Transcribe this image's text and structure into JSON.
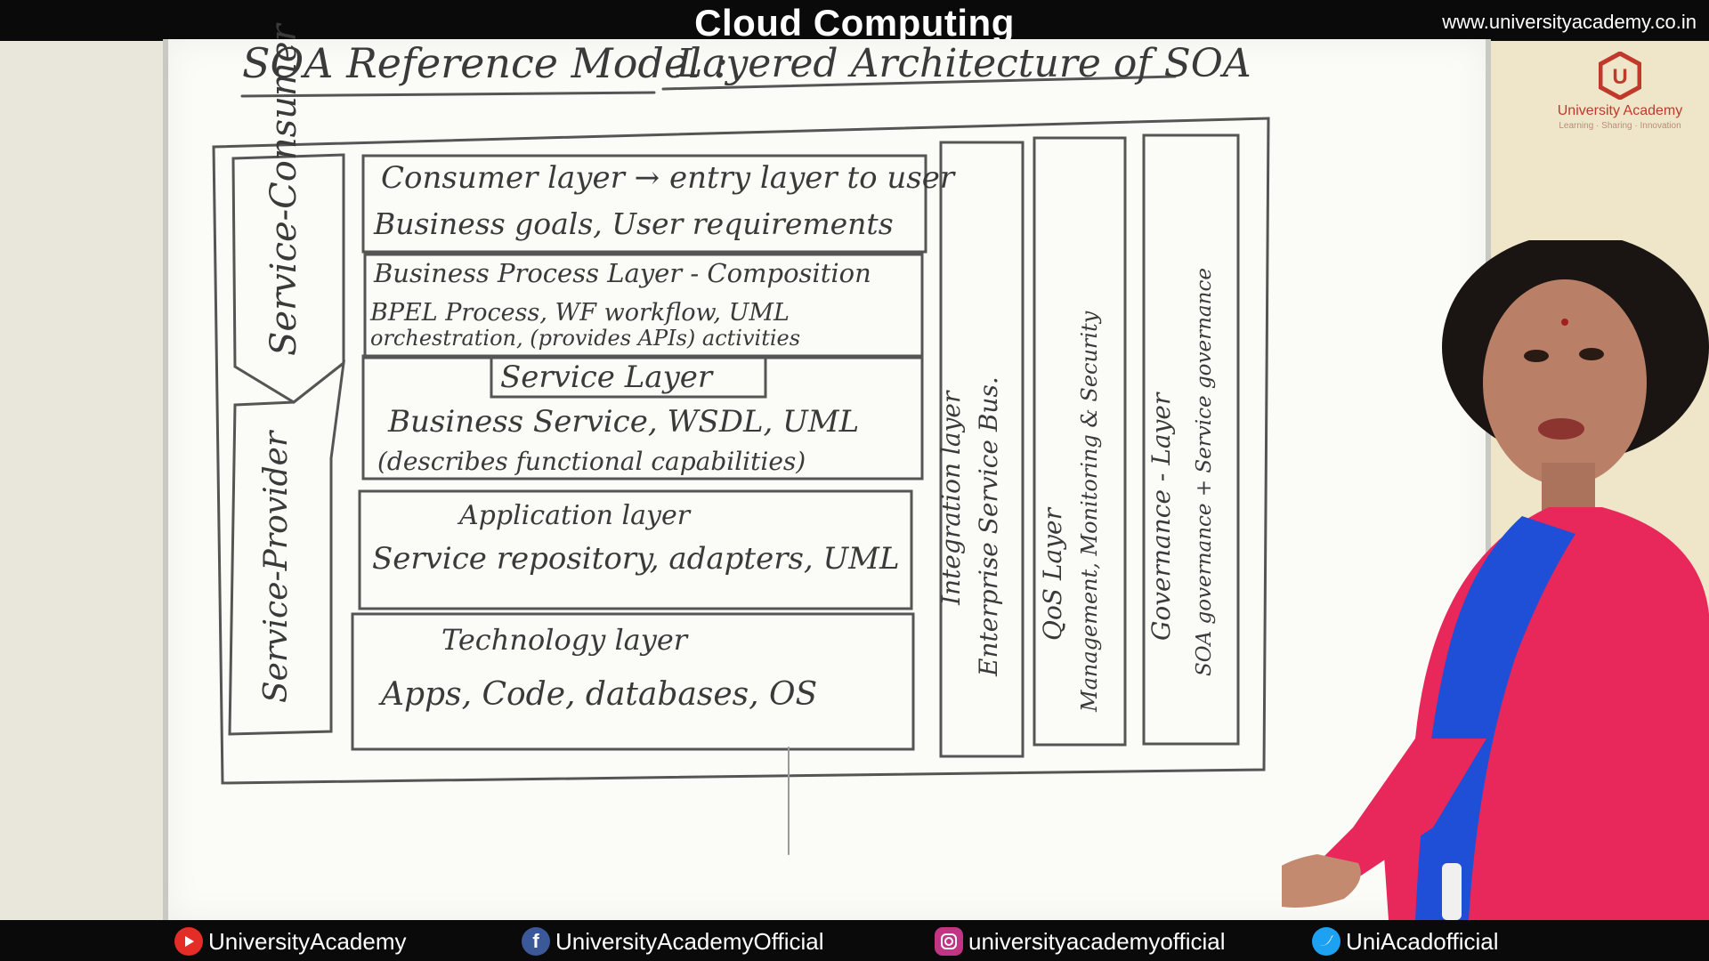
{
  "header": {
    "title": "Cloud Computing",
    "url": "www.universityacademy.co.in"
  },
  "logo": {
    "letter": "U",
    "name": "University Academy",
    "tagline": "Learning · Sharing · Innovation"
  },
  "board": {
    "heading_left": "SOA Reference Model :",
    "heading_right": "Layered Architecture of SOA",
    "left_column": {
      "top": "Service-Consumer",
      "bottom": "Service-Provider"
    },
    "layers": [
      {
        "line1": "Consumer layer → entry layer to user",
        "line2": "Business goals, User requirements"
      },
      {
        "line1": "Business Process Layer - Composition",
        "line2": "BPEL Process, WF workflow, UML",
        "line3": "orchestration, (provides APIs)   activities"
      },
      {
        "label": "Service Layer",
        "line1": "Business Service, WSDL, UML",
        "line2": "(describes functional capabilities)"
      },
      {
        "line1": "Application layer",
        "line2": "Service repository, adapters, UML"
      },
      {
        "line1": "Technology layer",
        "line2": "Apps, Code, databases, OS"
      }
    ],
    "vertical_columns": [
      {
        "line1": "Integration layer",
        "line2": "Enterprise Service Bus."
      },
      {
        "line1": "QoS Layer",
        "line2": "Management, Monitoring & Security"
      },
      {
        "line1": "Governance - Layer",
        "line2": "SOA governance + Service governance"
      }
    ]
  },
  "footer": {
    "youtube": "UniversityAcademy",
    "facebook": "UniversityAcademyOfficial",
    "instagram": "universityacademyofficial",
    "twitter": "UniAcadofficial"
  },
  "colors": {
    "bar": "#0a0a0a",
    "brand_red": "#c0392b",
    "youtube": "#e52d27",
    "facebook": "#3b5998",
    "instagram": "#c13584",
    "twitter": "#1da1f2",
    "presenter_top": "#e8275a",
    "presenter_scarf": "#1e4fd6"
  }
}
